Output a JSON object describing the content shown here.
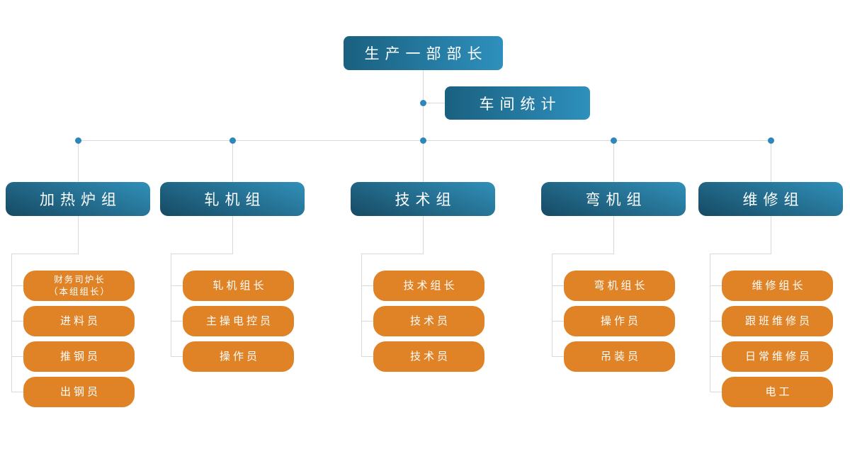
{
  "root": {
    "label": "生产一部部长"
  },
  "assistant": {
    "label": "车间统计"
  },
  "groups": [
    {
      "label": "加热炉组",
      "children": [
        {
          "label": "财务司炉长",
          "sublabel": "（本组组长）"
        },
        {
          "label": "进料员"
        },
        {
          "label": "推钢员"
        },
        {
          "label": "出钢员"
        }
      ]
    },
    {
      "label": "轧机组",
      "children": [
        {
          "label": "轧机组长"
        },
        {
          "label": "主操电控员"
        },
        {
          "label": "操作员"
        }
      ]
    },
    {
      "label": "技术组",
      "children": [
        {
          "label": "技术组长"
        },
        {
          "label": "技术员"
        },
        {
          "label": "技术员"
        }
      ]
    },
    {
      "label": "弯机组",
      "children": [
        {
          "label": "弯机组长"
        },
        {
          "label": "操作员"
        },
        {
          "label": "吊装员"
        }
      ]
    },
    {
      "label": "维修组",
      "children": [
        {
          "label": "维修组长"
        },
        {
          "label": "跟班维修员"
        },
        {
          "label": "日常维修员"
        },
        {
          "label": "电工"
        }
      ]
    }
  ],
  "colors": {
    "top_box_gradient_start": "#1a6080",
    "top_box_gradient_end": "#2e90bd",
    "group_box_gradient_start": "#164a63",
    "group_box_gradient_end": "#3190b9",
    "role_box_orange": "#df8326",
    "connector_line": "#d9d9d9",
    "junction_dot": "#2e87ba",
    "text": "#ffffff",
    "background": "#ffffff"
  }
}
